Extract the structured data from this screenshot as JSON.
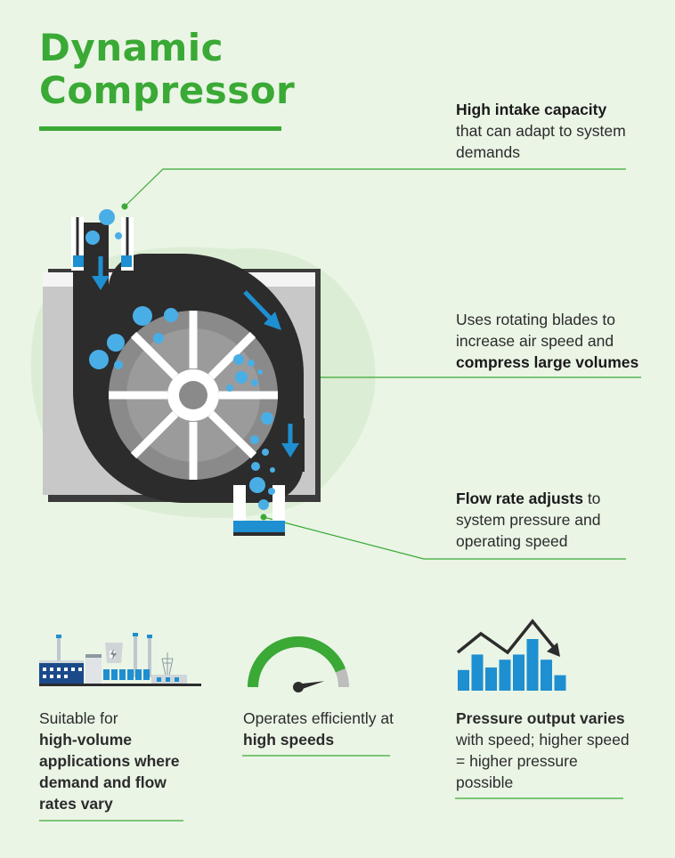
{
  "title": {
    "line1": "Dynamic",
    "line2": "Compressor"
  },
  "callouts": {
    "intake": {
      "bold": "High intake capacity",
      "rest": "that can adapt to system demands"
    },
    "blades": {
      "pre": "Uses rotating blades to increase air speed and",
      "bold": "compress large volumes"
    },
    "flow": {
      "bold": "Flow rate adjusts",
      "rest": " to system pressure and operating speed"
    }
  },
  "features": [
    {
      "icon": "industrial-plant-icon",
      "pre": "Suitable for",
      "bold": "high-volume applications where demand and flow rates vary",
      "post": ""
    },
    {
      "icon": "speed-gauge-icon",
      "pre": "Operates efficiently at",
      "bold": "high speeds",
      "post": ""
    },
    {
      "icon": "pressure-bar-chart-icon",
      "pre": "",
      "bold": "Pressure output varies",
      "post": " with speed; higher speed = higher pressure possible"
    }
  ],
  "gauge": {
    "level": 0.88
  },
  "pressure_bars": [
    0.4,
    0.7,
    0.45,
    0.6,
    0.7,
    1.0,
    0.6,
    0.3
  ],
  "colors": {
    "accent": "#3aa935",
    "background": "#eaf5e6",
    "casing": "#c8c8c8",
    "dark": "#2c2c2c",
    "bubble": "#4aaee6",
    "blue": "#1e8fd0"
  }
}
